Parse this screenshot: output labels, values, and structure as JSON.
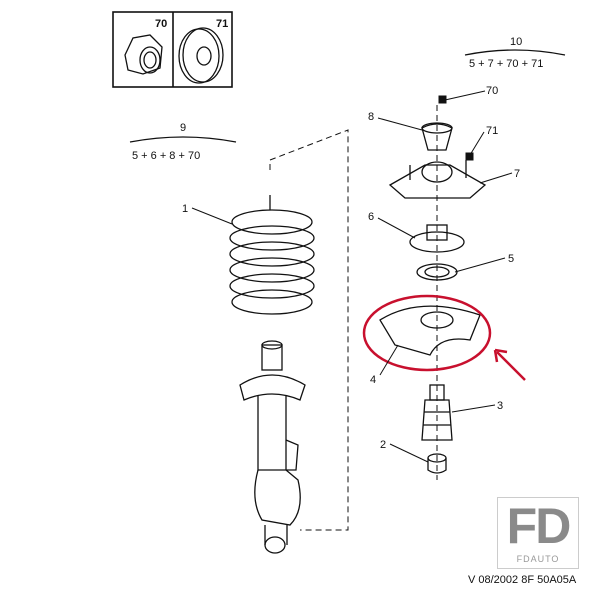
{
  "parts_box": {
    "items": [
      "70",
      "71"
    ]
  },
  "kits": [
    {
      "number": "9",
      "contents": "5 + 6 + 8 + 70"
    },
    {
      "number": "10",
      "contents": "5 + 7 + 70 + 71"
    }
  ],
  "callouts": [
    "1",
    "2",
    "3",
    "4",
    "5",
    "6",
    "7",
    "8",
    "70",
    "71"
  ],
  "highlight_color": "#c8102e",
  "watermark": {
    "logo": "FD",
    "brand": "FDAUTO"
  },
  "reference_code": "V 08/2002 8F 50A05A"
}
